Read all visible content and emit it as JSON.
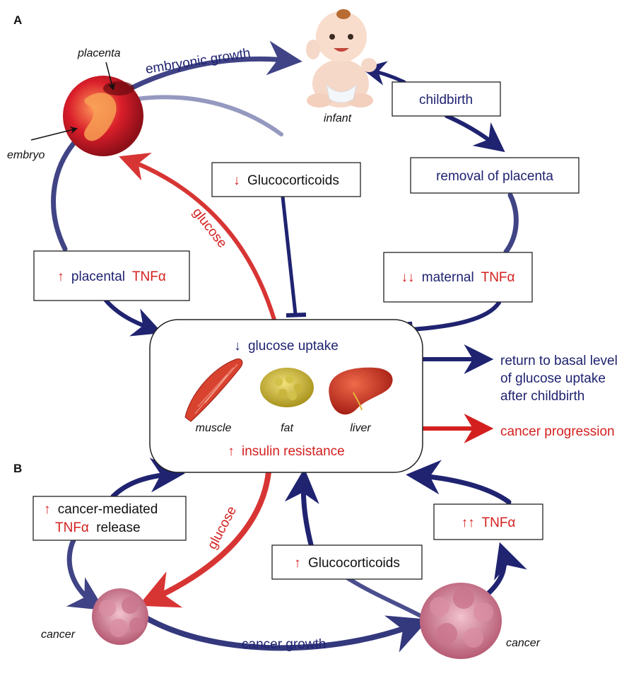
{
  "panels": {
    "a": "A",
    "b": "B"
  },
  "labels": {
    "placenta": "placenta",
    "embryo": "embryo",
    "infant": "infant",
    "muscle": "muscle",
    "fat": "fat",
    "liver": "liver",
    "cancer_left": "cancer",
    "cancer_right": "cancer"
  },
  "arrows": {
    "embryonic_growth": "embryonic growth",
    "glucose_top": "glucose",
    "glucose_bottom": "glucose",
    "cancer_growth": "cancer growth"
  },
  "boxes": {
    "childbirth": "childbirth",
    "removal_placenta": "removal of placenta",
    "glucocorticoids_down": {
      "arrow": "↓",
      "text": "Glucocorticoids"
    },
    "placental_tnf": {
      "arrow": "↑",
      "text": "placental",
      "tnf": "TNFα"
    },
    "maternal_tnf": {
      "arrow": "↓↓",
      "text": "maternal",
      "tnf": "TNFα"
    },
    "cancer_tnf": {
      "arrow": "↑",
      "line1": "cancer-mediated",
      "tnf": "TNFα",
      "line2": "release"
    },
    "tnf_up2": {
      "arrow": "↑↑",
      "tnf": "TNFα"
    },
    "glucocorticoids_up": {
      "arrow": "↑",
      "text": "Glucocorticoids"
    }
  },
  "center": {
    "top_arrow": "↓",
    "top_text": "glucose uptake",
    "bottom_arrow": "↑",
    "bottom_text": "insulin resistance"
  },
  "outcomes": {
    "return_line1": "return to basal level",
    "return_line2": "of glucose uptake",
    "return_line3": "after childbirth",
    "cancer_progression": "cancer progression"
  },
  "colors": {
    "navy": "#1f2370",
    "red": "#d3201f",
    "black": "#111111"
  }
}
